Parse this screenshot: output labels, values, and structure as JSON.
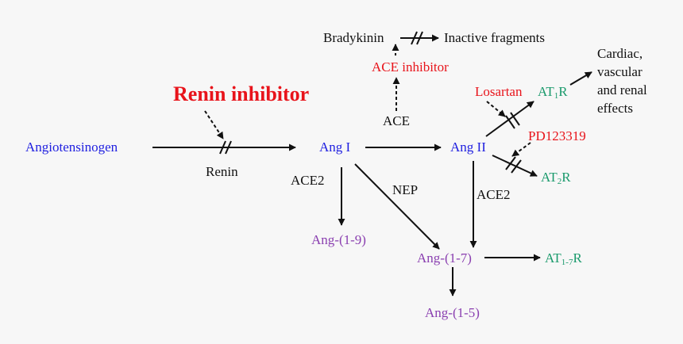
{
  "colors": {
    "background": "#f7f7f7",
    "blue": "#2020e0",
    "red": "#e8141b",
    "green": "#1a9a6c",
    "purple": "#8a3fb0",
    "black": "#111111"
  },
  "nodes": {
    "angiotensinogen": "Angiotensinogen",
    "renin": "Renin",
    "renin_inhibitor": "Renin inhibitor",
    "ang1": "Ang I",
    "ang2": "Ang II",
    "bradykinin": "Bradykinin",
    "inactive_fragments": "Inactive fragments",
    "ace_inhibitor": "ACE inhibitor",
    "ace": "ACE",
    "losartan": "Losartan",
    "at1r": {
      "base": "AT",
      "sub": "1",
      "suffix": "R"
    },
    "effects_lines": [
      "Cardiac,",
      "vascular",
      "and renal",
      "effects"
    ],
    "pd123319": "PD123319",
    "at2r": {
      "base": "AT",
      "sub": "2",
      "suffix": "R"
    },
    "ace2_left": "ACE2",
    "nep": "NEP",
    "ace2_right": "ACE2",
    "ang19": "Ang-(1-9)",
    "ang17": "Ang-(1-7)",
    "at17r": {
      "base": "AT",
      "sub": "1-7",
      "suffix": "R"
    },
    "ang15": "Ang-(1-5)"
  }
}
